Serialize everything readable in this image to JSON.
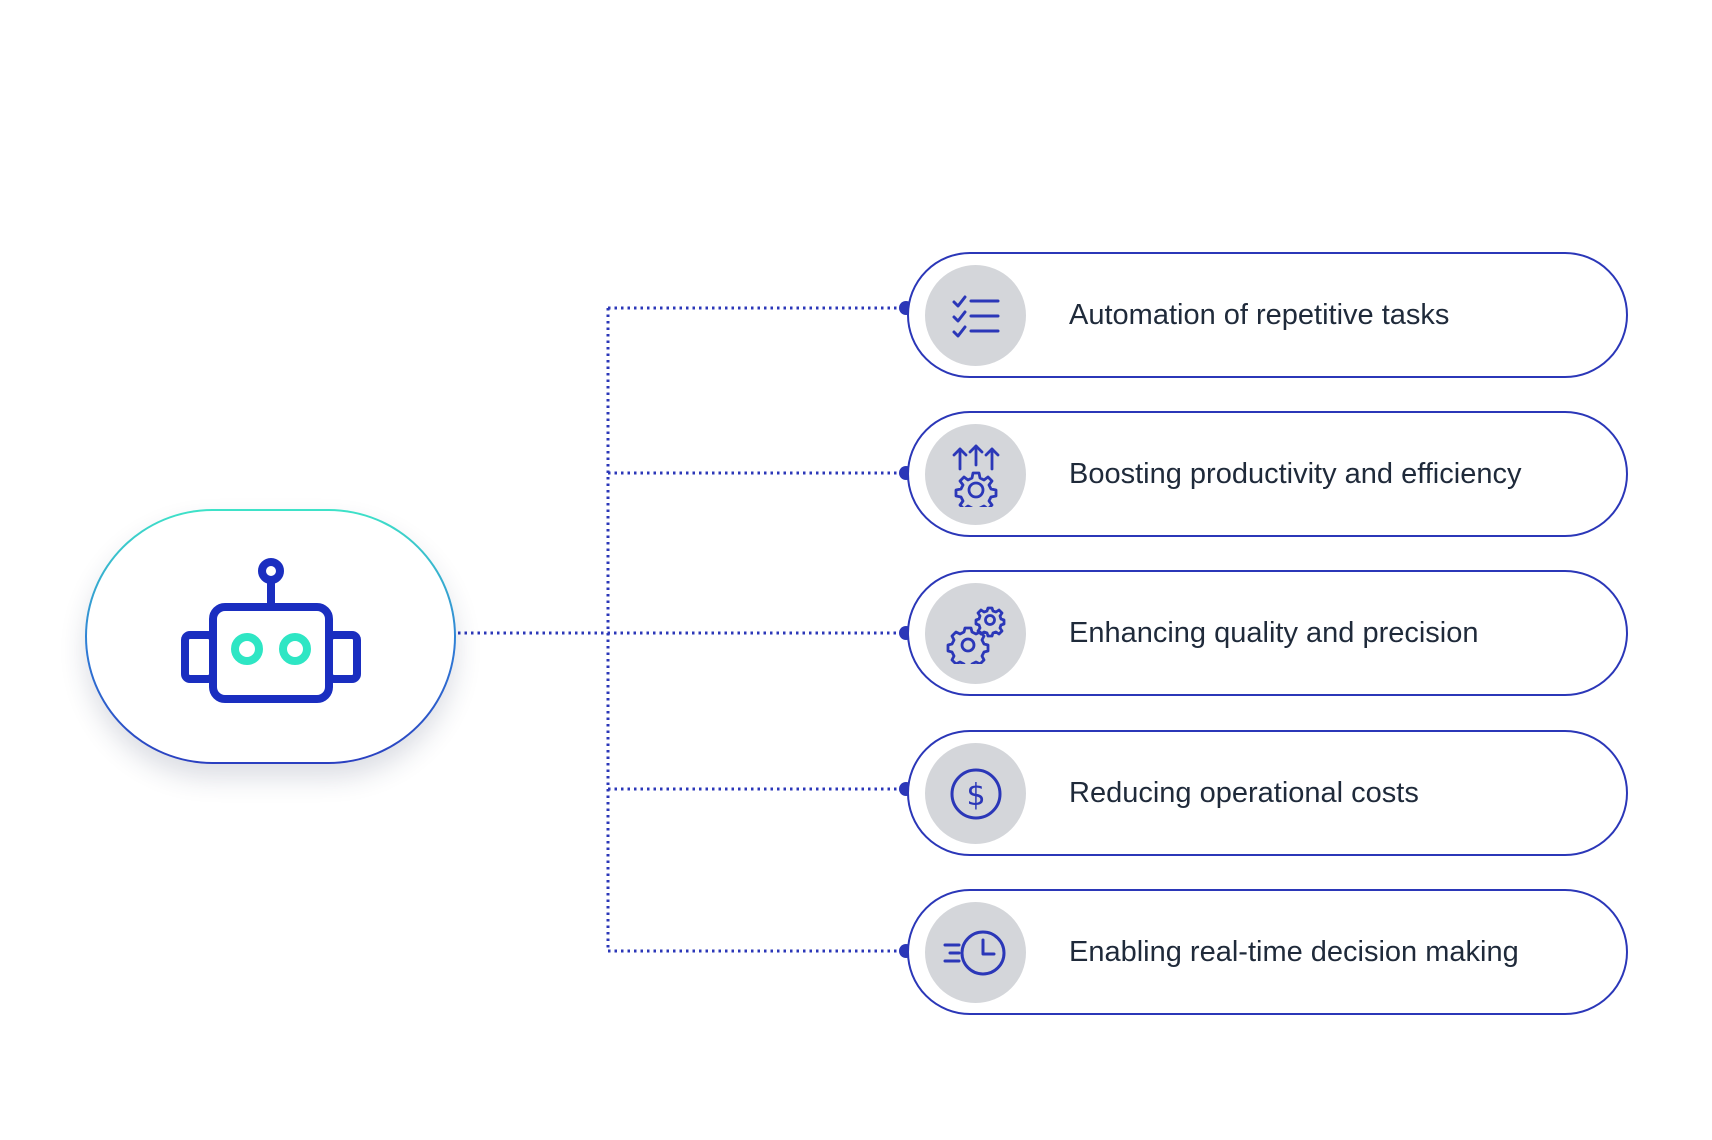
{
  "colors": {
    "accent_blue": "#2b37b8",
    "robot_teal": "#2ee6c4",
    "badge_gray": "#d4d6da",
    "text": "#1f2a3a"
  },
  "hub": {
    "icon": "robot-icon"
  },
  "items": [
    {
      "label": "Automation of repetitive tasks",
      "icon": "checklist-icon"
    },
    {
      "label": "Boosting productivity and efficiency",
      "icon": "productivity-gear-icon"
    },
    {
      "label": "Enhancing quality and precision",
      "icon": "gears-icon"
    },
    {
      "label": "Reducing operational costs",
      "icon": "dollar-coin-icon"
    },
    {
      "label": "Enabling real-time decision making",
      "icon": "fast-clock-icon"
    }
  ]
}
